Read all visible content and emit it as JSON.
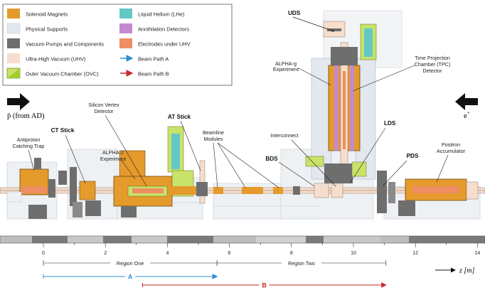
{
  "colors": {
    "solenoid": "#e59a2c",
    "supports": "#e3e8ee",
    "vacuum_pumps": "#6e6e6e",
    "uhv": "#f6ddcc",
    "ovc": "#c9e26a",
    "lhe": "#63c8c4",
    "annihilation": "#c48ad0",
    "electrodes": "#ee8e62",
    "beam_a": "#2b8fd1",
    "beam_b": "#c92a2a"
  },
  "legend": {
    "items": [
      {
        "label": "Solenoid Magnets",
        "swatch": "solenoid"
      },
      {
        "label": "Physical Supports",
        "swatch": "supports"
      },
      {
        "label": "Vacuum Pumps and Components",
        "swatch": "vacuum_pumps"
      },
      {
        "label": "Ultra-High Vacuum (UHV)",
        "swatch": "uhv"
      },
      {
        "label": "Outer Vacuum Chamber (OVC)",
        "swatch": "ovc"
      },
      {
        "label": "Liquid Helium (LHe)",
        "swatch": "lhe"
      },
      {
        "label": "Annihilation Detectors",
        "swatch": "annihilation"
      },
      {
        "label": "Electrodes under UHV",
        "swatch": "electrodes"
      },
      {
        "label": "Beam Path A",
        "swatch": "beam_a"
      },
      {
        "label": "Beam Path B",
        "swatch": "beam_b"
      }
    ]
  },
  "labels": {
    "pbar": "p̄ (from AD)",
    "positron": "e",
    "positron_sup": "+",
    "uds": "UDS",
    "alpha_g_1": "ALPHA-g",
    "alpha_g_2": "Experiment",
    "tpc_1": "Time Projection",
    "tpc_2": "Chamber (TPC)",
    "tpc_3": "Detector",
    "svd_1": "Silicon Vertex",
    "svd_2": "Detector",
    "at_stick": "AT Stick",
    "lds": "LDS",
    "ct_stick": "CT Stick",
    "beamline_1": "Beamline",
    "beamline_2": "Modules",
    "interconnect": "Interconnect",
    "actrap_1": "Antiproton",
    "actrap_2": "Catching Trap",
    "alpha2_1": "ALPHA-2",
    "alpha2_2": "Experiment",
    "bds": "BDS",
    "pds": "PDS",
    "accum_1": "Positron",
    "accum_2": "Accumulator"
  },
  "axis": {
    "ticks": [
      "0",
      "2",
      "4",
      "6",
      "8",
      "10",
      "12",
      "14"
    ],
    "unit_label": "z [m]",
    "regions": [
      {
        "label": "Region One"
      },
      {
        "label": "Region Two"
      }
    ],
    "paths": [
      {
        "label": "A"
      },
      {
        "label": "B"
      }
    ]
  }
}
